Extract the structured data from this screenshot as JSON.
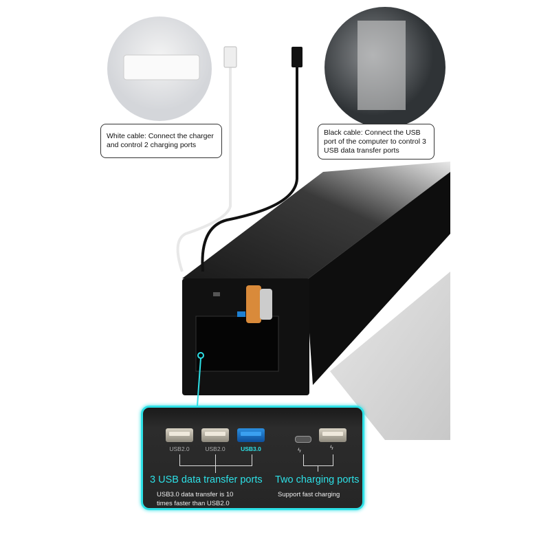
{
  "captions": {
    "white_cable": "White cable: Connect the charger and control 2 charging ports",
    "black_cable": "Black cable: Connect the USB port of the computer to control 3 USB data transfer ports"
  },
  "panel": {
    "ports": [
      {
        "label": "USB2.0"
      },
      {
        "label": "USB2.0"
      },
      {
        "label": "USB3.0"
      }
    ],
    "data_title": "3 USB data transfer ports",
    "data_desc": "USB3.0 data transfer is 10 times faster than USB2.0",
    "charge_title": "Two charging ports",
    "charge_desc": "Support fast charging"
  },
  "colors": {
    "accent": "#2de0e6",
    "usb3": "#1e7fd0"
  }
}
